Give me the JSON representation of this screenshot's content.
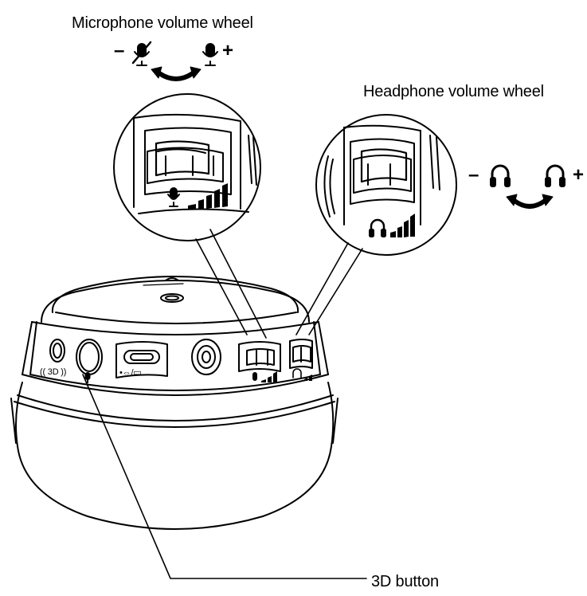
{
  "labels": {
    "microphone_wheel": "Microphone volume wheel",
    "headphone_wheel": "Headphone volume wheel",
    "button_3d": "3D button"
  },
  "signs": {
    "minus": "–",
    "plus": "+"
  },
  "port_labels": {
    "three_d": "(( 3D ))",
    "usb": "•⇔/▭"
  },
  "colors": {
    "ink": "#000000",
    "paper": "#ffffff"
  },
  "icons": [
    "microphone-muted-icon",
    "microphone-icon",
    "headphone-icon",
    "volume-bars-icon",
    "rotate-arrow-icon"
  ]
}
